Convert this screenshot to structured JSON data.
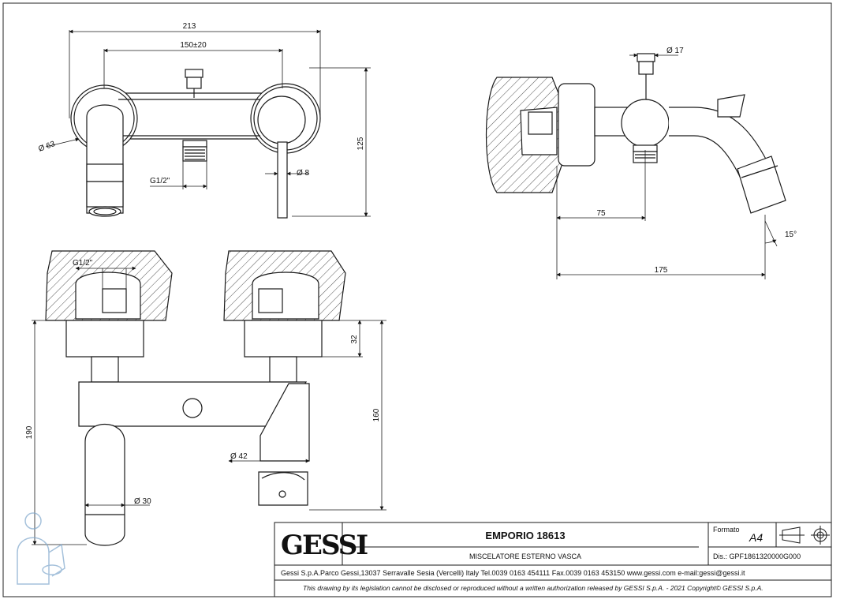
{
  "dimensions": {
    "d213": "213",
    "d150": "150±20",
    "d125": "125",
    "d63": "Ø 63",
    "g12_front": "G1/2\"",
    "d8": "Ø 8",
    "d17": "Ø 17",
    "d75": "75",
    "d175": "175",
    "a15": "15°",
    "g12_top": "G1/2\"",
    "d32": "32",
    "d190": "190",
    "d160": "160",
    "d42": "Ø 42",
    "d30": "Ø 30"
  },
  "title_block": {
    "logo_text": "GESSI",
    "product_title": "EMPORIO 18613",
    "product_subtitle": "MISCELATORE ESTERNO VASCA",
    "format_label": "Formato",
    "format_value": "A4",
    "drawing_number": "Dis.: GPF1861320000G000",
    "company_line": "Gessi S.p.A.Parco Gessi,13037 Serravalle Sesia (Vercelli) Italy Tel.0039 0163 454111 Fax.0039 0163 453150 www.gessi.com e-mail:gessi@gessi.it",
    "copyright_line": "This drawing by its legislation cannot be disclosed or reproduced without a written authorization released by GESSI S.p.A. - 2021 Copyright© GESSI S.p.A."
  },
  "colors": {
    "line": "#1a1a1a",
    "hatch": "#555555",
    "watermark": "#7fa7cc"
  },
  "watermark_icon": "plumber-figure-icon"
}
